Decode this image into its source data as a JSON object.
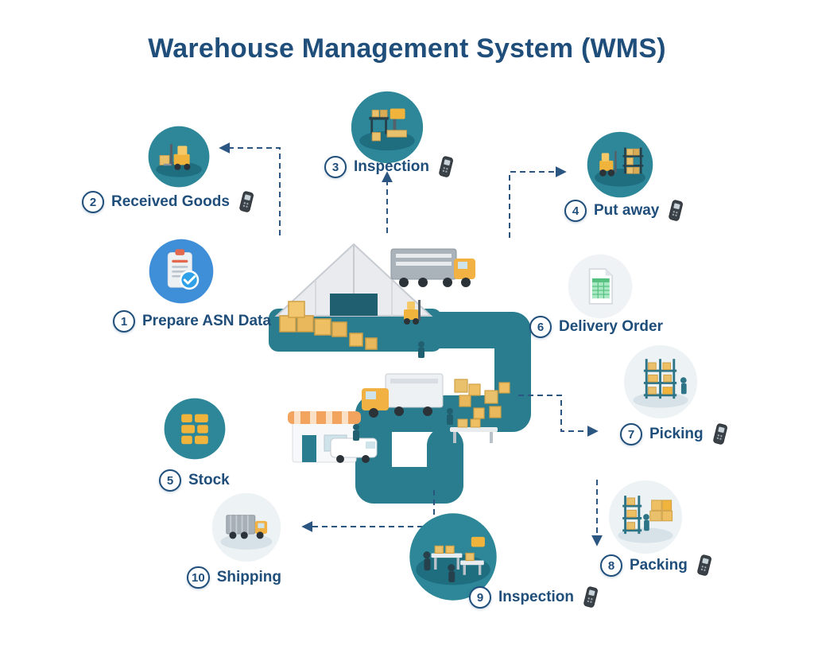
{
  "title": "Warehouse Management System (WMS)",
  "steps": [
    {
      "number": "1",
      "label": "Prepare ASN Data",
      "icon": "clipboard-check-icon",
      "has_scanner": false
    },
    {
      "number": "2",
      "label": "Received Goods",
      "icon": "forklift-receiving-icon",
      "has_scanner": true
    },
    {
      "number": "3",
      "label": "Inspection",
      "icon": "inspection-machine-icon",
      "has_scanner": true
    },
    {
      "number": "4",
      "label": "Put away",
      "icon": "forklift-rack-icon",
      "has_scanner": true
    },
    {
      "number": "5",
      "label": "Stock",
      "icon": "stock-grid-icon",
      "has_scanner": false
    },
    {
      "number": "6",
      "label": "Delivery Order",
      "icon": "spreadsheet-document-icon",
      "has_scanner": false
    },
    {
      "number": "7",
      "label": "Picking",
      "icon": "rack-shelves-icon",
      "has_scanner": true
    },
    {
      "number": "8",
      "label": "Packing",
      "icon": "packing-boxes-icon",
      "has_scanner": true
    },
    {
      "number": "9",
      "label": "Inspection",
      "icon": "conveyor-inspection-icon",
      "has_scanner": true
    },
    {
      "number": "10",
      "label": "Shipping",
      "icon": "delivery-truck-icon",
      "has_scanner": false
    }
  ],
  "colors": {
    "title_text": "#1f4e7b",
    "label_text": "#1f4e7b",
    "badge_border": "#1f4e7b",
    "connector": "#2b5681",
    "scene_teal": "#2d8798",
    "scene_teal_dark": "#1e6e80",
    "road_teal": "#2a7d8e",
    "accent_yellow": "#f0b43c",
    "crate_tan": "#e9c06b",
    "asn_blue": "#3f8ed8",
    "doc_green": "#55c07f"
  }
}
